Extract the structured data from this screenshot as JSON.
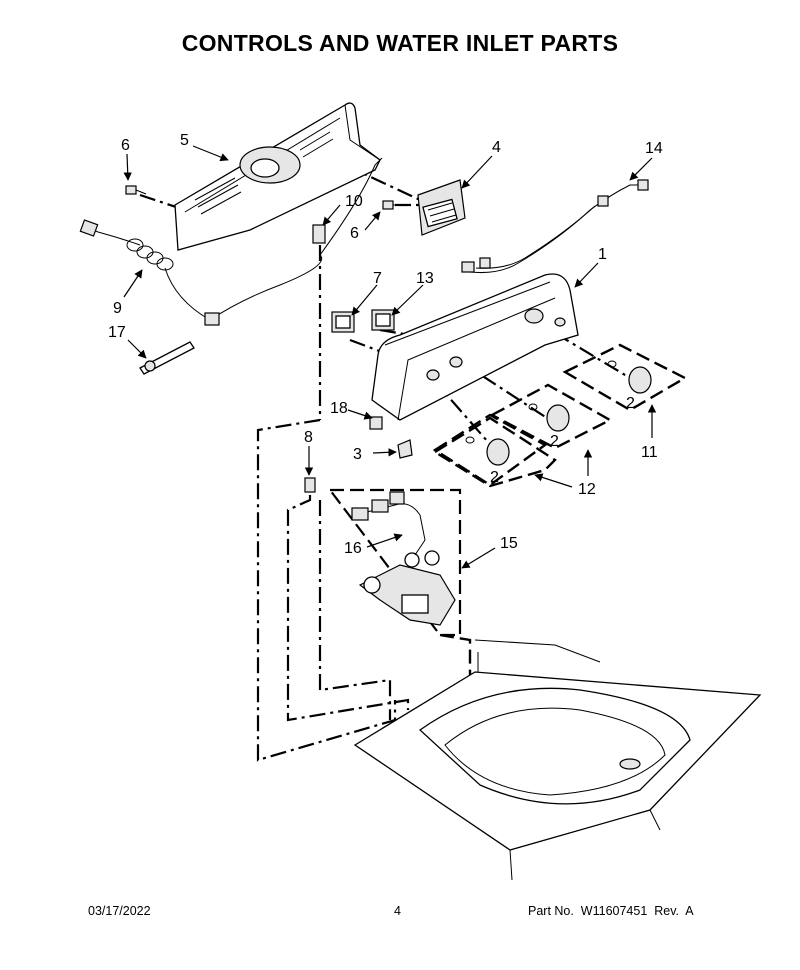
{
  "title": "CONTROLS AND WATER INLET PARTS",
  "callouts": [
    {
      "id": "c1",
      "label": "1"
    },
    {
      "id": "c2a",
      "label": "2"
    },
    {
      "id": "c2b",
      "label": "2"
    },
    {
      "id": "c2c",
      "label": "2"
    },
    {
      "id": "c3",
      "label": "3"
    },
    {
      "id": "c4",
      "label": "4"
    },
    {
      "id": "c5",
      "label": "5"
    },
    {
      "id": "c6a",
      "label": "6"
    },
    {
      "id": "c6b",
      "label": "6"
    },
    {
      "id": "c7",
      "label": "7"
    },
    {
      "id": "c8",
      "label": "8"
    },
    {
      "id": "c9",
      "label": "9"
    },
    {
      "id": "c10",
      "label": "10"
    },
    {
      "id": "c11",
      "label": "11"
    },
    {
      "id": "c12",
      "label": "12"
    },
    {
      "id": "c13",
      "label": "13"
    },
    {
      "id": "c14",
      "label": "14"
    },
    {
      "id": "c15",
      "label": "15"
    },
    {
      "id": "c16",
      "label": "16"
    },
    {
      "id": "c17",
      "label": "17"
    },
    {
      "id": "c18",
      "label": "18"
    }
  ],
  "footer": {
    "date": "03/17/2022",
    "page": "4",
    "part_no": "Part No.  W11607451  Rev.  A"
  }
}
